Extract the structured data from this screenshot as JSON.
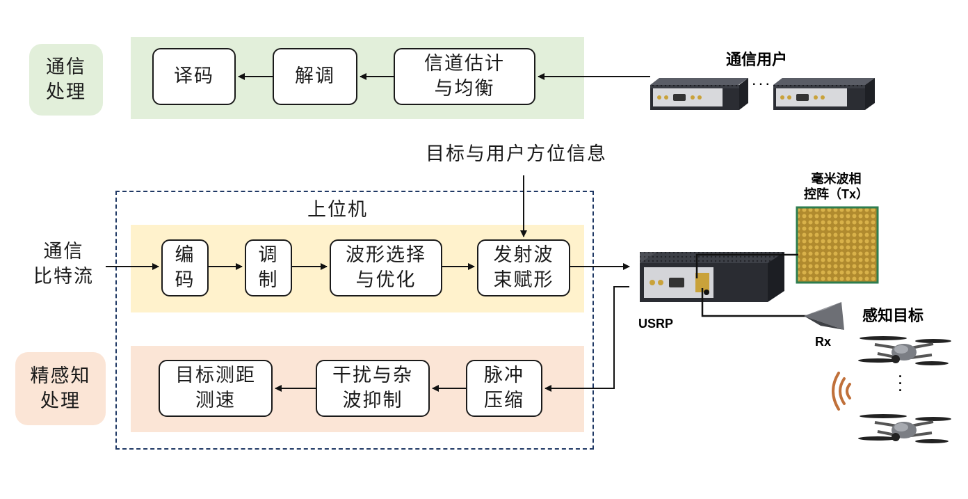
{
  "comm": {
    "tag": "通信\n处理",
    "decode": "译码",
    "demod": "解调",
    "channel_est": "信道估计\n与均衡",
    "users_label": "通信用户",
    "ellipsis": "·  ·  ·"
  },
  "host": {
    "title": "上位机",
    "azimuth_info": "目标与用户方位信息",
    "input_stream": "通信\n比特流",
    "encode": "编\n码",
    "modulate": "调\n制",
    "waveform": "波形选择\n与优化",
    "beamforming": "发射波\n束赋形"
  },
  "sensing": {
    "tag": "精感知\n处理",
    "range_speed": "目标测距\n测速",
    "interference": "干扰与杂\n波抑制",
    "pulse_comp": "脉冲\n压缩"
  },
  "hardware": {
    "phased_array": "毫米波相\n控阵（Tx）",
    "usrp": "USRP",
    "rx": "Rx",
    "target_label": "感知目标",
    "vertical_ellipsis": "·\n·\n·"
  },
  "colors": {
    "comm_panel": "#e2efda",
    "comm_tag": "#e2efda",
    "tx_panel": "#fff2cc",
    "sense_panel": "#fbe5d6",
    "sense_tag": "#fbe5d6",
    "array_gold": "#c9a23a",
    "wave_brown": "#c0703a",
    "dash_border": "#1f3864"
  }
}
